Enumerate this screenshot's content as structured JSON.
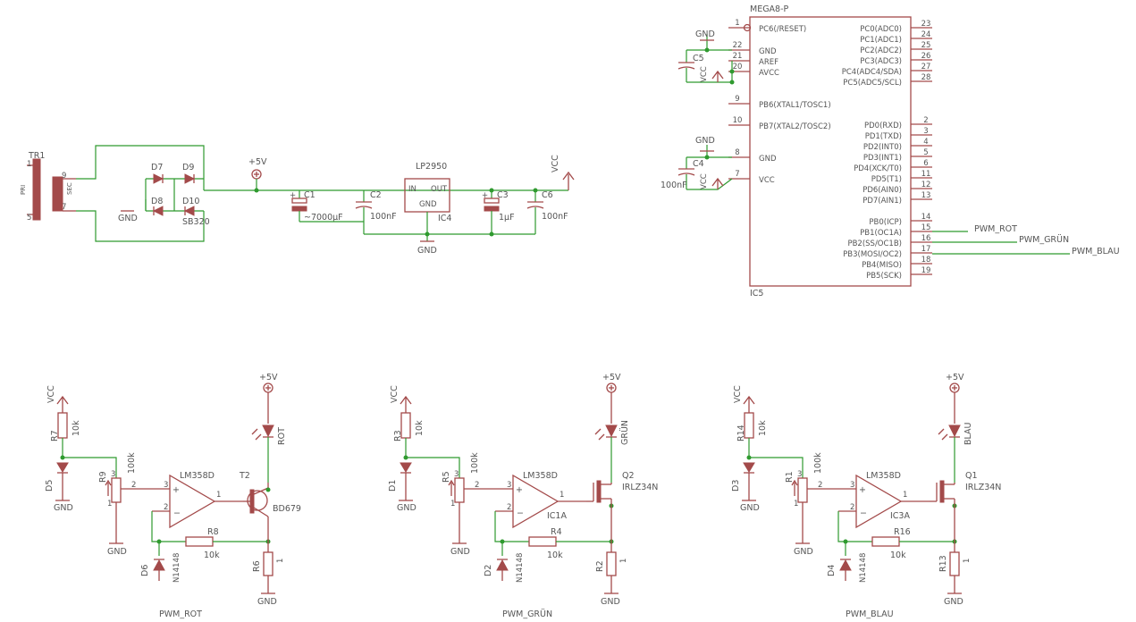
{
  "power": {
    "transformer": {
      "ref": "TR1",
      "pin1": "1",
      "pin5": "5",
      "pin9": "9",
      "pin7": "7",
      "pri": "PRI",
      "sec": "SEC"
    },
    "bridge": {
      "d7": "D7",
      "d8": "D8",
      "d9": "D9",
      "d10": "D10",
      "part": "SB320",
      "gnd": "GND"
    },
    "plus5v_main": "+5V",
    "c1": {
      "ref": "C1",
      "value": "~7000µF"
    },
    "c2": {
      "ref": "C2",
      "value": "100nF"
    },
    "regulator": {
      "part": "LP2950",
      "ref": "IC4",
      "in": "IN",
      "out": "OUT",
      "gnd": "GND"
    },
    "c3": {
      "ref": "C3",
      "value": "1µF"
    },
    "c6": {
      "ref": "C6",
      "value": "100nF"
    },
    "vcc": "VCC",
    "gnd_bottom": "GND"
  },
  "mcu": {
    "part": "MEGA8-P",
    "ref": "IC5",
    "left_pins": [
      {
        "num": "1",
        "name": "PC6(/RESET)"
      },
      {
        "num": "22",
        "name": "GND"
      },
      {
        "num": "21",
        "name": "AREF"
      },
      {
        "num": "20",
        "name": "AVCC"
      },
      {
        "num": "9",
        "name": "PB6(XTAL1/TOSC1)"
      },
      {
        "num": "10",
        "name": "PB7(XTAL2/TOSC2)"
      },
      {
        "num": "8",
        "name": "GND"
      },
      {
        "num": "7",
        "name": "VCC"
      }
    ],
    "right_pins": [
      {
        "num": "23",
        "name": "PC0(ADC0)"
      },
      {
        "num": "24",
        "name": "PC1(ADC1)"
      },
      {
        "num": "25",
        "name": "PC2(ADC2)"
      },
      {
        "num": "26",
        "name": "PC3(ADC3)"
      },
      {
        "num": "27",
        "name": "PC4(ADC4/SDA)"
      },
      {
        "num": "28",
        "name": "PC5(ADC5/SCL)"
      },
      {
        "num": "2",
        "name": "PD0(RXD)"
      },
      {
        "num": "3",
        "name": "PD1(TXD)"
      },
      {
        "num": "4",
        "name": "PD2(INT0)"
      },
      {
        "num": "5",
        "name": "PD3(INT1)"
      },
      {
        "num": "6",
        "name": "PD4(XCK/T0)"
      },
      {
        "num": "11",
        "name": "PD5(T1)"
      },
      {
        "num": "12",
        "name": "PD6(AIN0)"
      },
      {
        "num": "13",
        "name": "PD7(AIN1)"
      },
      {
        "num": "14",
        "name": "PB0(ICP)"
      },
      {
        "num": "15",
        "name": "PB1(OC1A)"
      },
      {
        "num": "16",
        "name": "PB2(SS/OC1B)"
      },
      {
        "num": "17",
        "name": "PB3(MOSI/OC2)"
      },
      {
        "num": "18",
        "name": "PB4(MISO)"
      },
      {
        "num": "19",
        "name": "PB5(SCK)"
      }
    ],
    "c5": {
      "ref": "C5",
      "gnd": "GND",
      "vcc": "VCC"
    },
    "c4": {
      "ref": "C4",
      "value": "100nF",
      "gnd": "GND",
      "vcc": "VCC"
    },
    "nets": [
      "PWM_ROT",
      "PWM_GRÜN",
      "PWM_BLAU"
    ]
  },
  "channels": [
    {
      "rtop": "R7",
      "rtop_val": "10k",
      "diode": "D5",
      "pot": "R9",
      "pot_val": "100k",
      "opamp_part": "LM358D",
      "opamp_ref": "",
      "rfb": "R8",
      "rfb_val": "10k",
      "diode2": "D6",
      "diode2_part": "N14148",
      "led": "ROT",
      "driver": "T2",
      "driver_part": "BD679",
      "rsense": "R6",
      "rsense_pin": "1",
      "net": "PWM_ROT",
      "vcc": "VCC",
      "v5": "+5V",
      "gnd": "GND",
      "pin1": "1",
      "pin2": "2",
      "pin3": "3"
    },
    {
      "rtop": "R3",
      "rtop_val": "10k",
      "diode": "D1",
      "pot": "R5",
      "pot_val": "100k",
      "opamp_part": "LM358D",
      "opamp_ref": "IC1A",
      "rfb": "R4",
      "rfb_val": "10k",
      "diode2": "D2",
      "diode2_part": "N14148",
      "led": "GRÜN",
      "driver": "Q2",
      "driver_part": "IRLZ34N",
      "rsense": "R2",
      "rsense_pin": "1",
      "net": "PWM_GRÜN",
      "vcc": "VCC",
      "v5": "+5V",
      "gnd": "GND",
      "pin1": "1",
      "pin2": "2",
      "pin3": "3"
    },
    {
      "rtop": "R14",
      "rtop_val": "10k",
      "diode": "D3",
      "pot": "R1",
      "pot_val": "100k",
      "opamp_part": "LM358D",
      "opamp_ref": "IC3A",
      "rfb": "R16",
      "rfb_val": "10k",
      "diode2": "D4",
      "diode2_part": "N14148",
      "led": "BLAU",
      "driver": "Q1",
      "driver_part": "IRLZ34N",
      "rsense": "R13",
      "rsense_pin": "1",
      "net": "PWM_BLAU",
      "vcc": "VCC",
      "v5": "+5V",
      "gnd": "GND",
      "pin1": "1",
      "pin2": "2",
      "pin3": "3"
    }
  ]
}
